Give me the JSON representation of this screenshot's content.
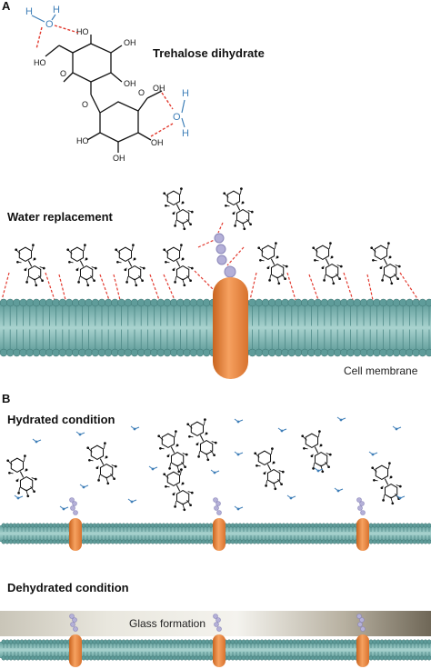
{
  "panel_a": {
    "label": "A",
    "title": "Trehalose dihydrate",
    "water_top": {
      "h1": "H",
      "o": "O",
      "h2": "H"
    },
    "water_right": {
      "h1": "H",
      "o": "O",
      "h2": "H"
    },
    "groups": {
      "oh": "OH",
      "ho": "HO",
      "o": "O"
    },
    "section_title": "Water replacement",
    "membrane_label": "Cell membrane"
  },
  "panel_b": {
    "label": "B",
    "hydrated_title": "Hydrated condition",
    "dehydrated_title": "Dehydrated condition",
    "glass_label": "Glass formation"
  },
  "colors": {
    "lipid_head": "#5f9c9a",
    "lipid_tail": "#4f8a88",
    "membrane_core": "#7fb7b4",
    "protein": "#f08a3e",
    "protein_edge": "#c9641f",
    "sugar_bead": "#b4b0d8",
    "hbond": "#e23a2f",
    "water": "#3f7fb8"
  }
}
